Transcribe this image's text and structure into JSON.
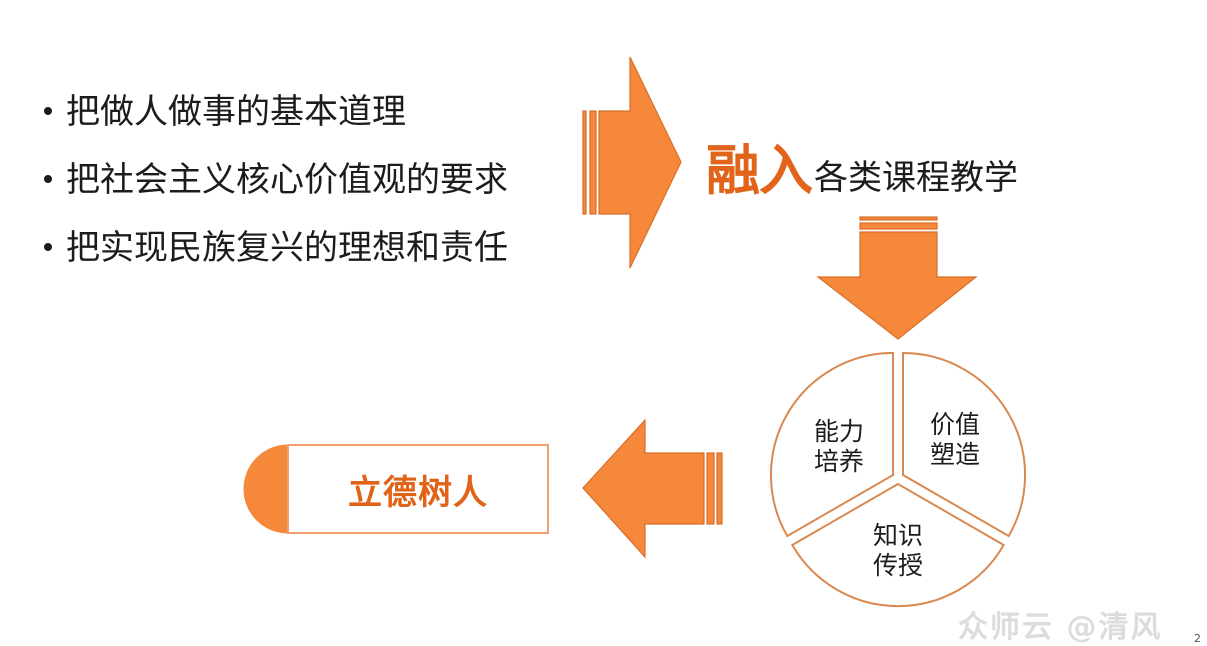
{
  "bullets": [
    {
      "text": "把做人做事的基本道理"
    },
    {
      "text": "把社会主义核心价值观的要求"
    },
    {
      "text": "把实现民族复兴的理想和责任"
    }
  ],
  "headline": {
    "emphasis": "融入",
    "rest": "各类课程教学"
  },
  "pie": {
    "segments": [
      {
        "line1": "能力",
        "line2": "培养"
      },
      {
        "line1": "价值",
        "line2": "塑造"
      },
      {
        "line1": "知识",
        "line2": "传授"
      }
    ]
  },
  "goal": {
    "text": "立德树人"
  },
  "arrows": [
    {
      "direction": "right"
    },
    {
      "direction": "down"
    },
    {
      "direction": "left"
    }
  ],
  "colors": {
    "accent_fill": "#f5883a",
    "accent_stroke": "#d86f2a",
    "accent_text": "#e2641a",
    "pie_stroke": "#d9894f"
  },
  "watermark": "众师云 @清风",
  "slide_number": "2"
}
